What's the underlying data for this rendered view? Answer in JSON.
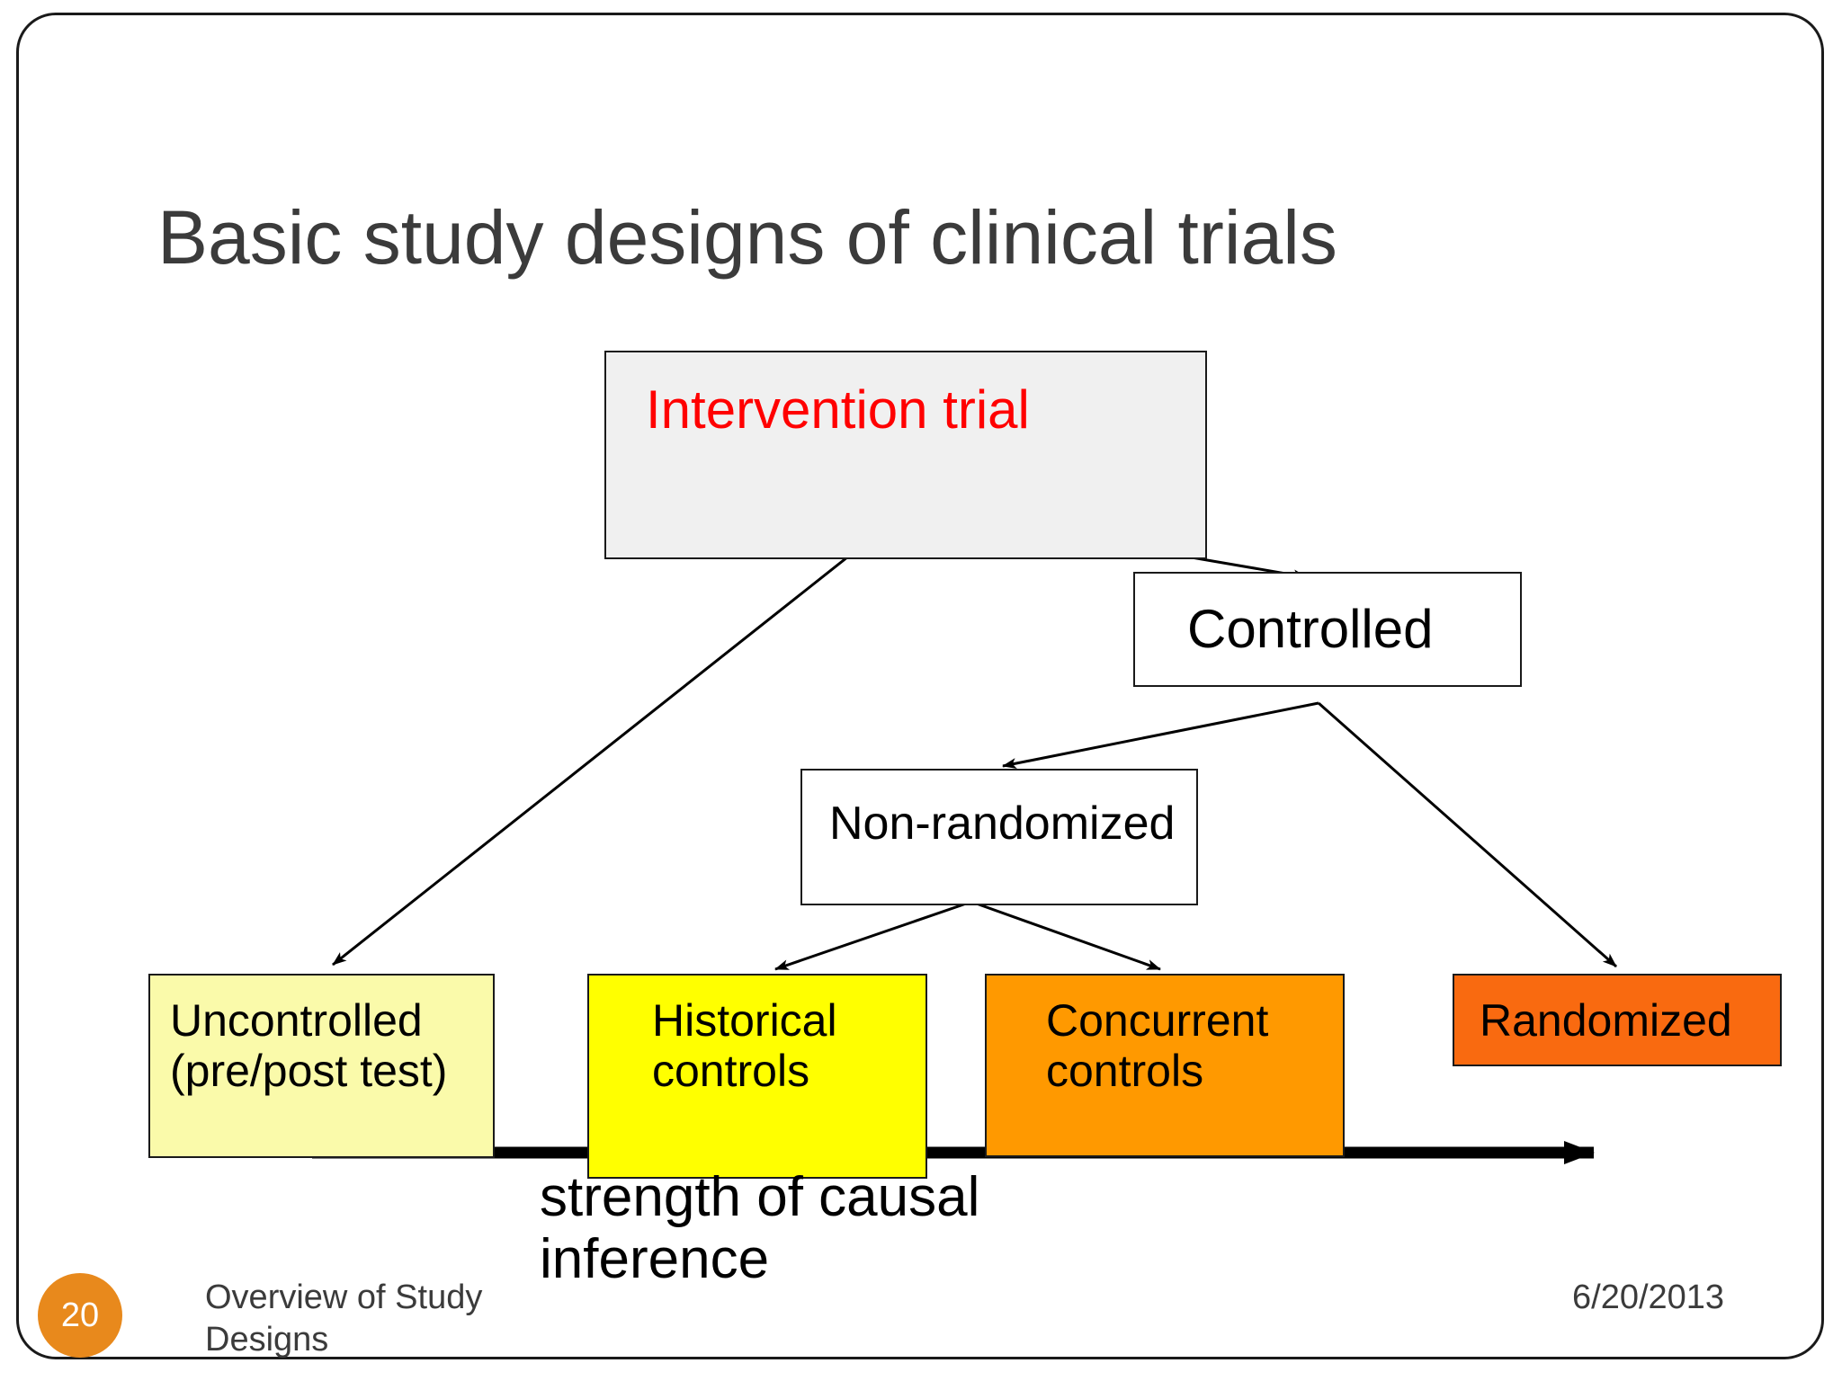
{
  "slide": {
    "title": "Basic study designs of clinical trials",
    "caption": "strength of causal inference",
    "accent_color": "#E8891C",
    "title_color": "#3b3b3b"
  },
  "diagram": {
    "type": "flowchart",
    "nodes": [
      {
        "id": "intervention-trial",
        "label": "Intervention trial",
        "fill": "#F0F0F0",
        "text_color": "#FF0000",
        "border": "#1a1a1a"
      },
      {
        "id": "controlled",
        "label": "Controlled",
        "fill": "#FFFFFF",
        "text_color": "#000000",
        "border": "#1a1a1a"
      },
      {
        "id": "non-randomized",
        "label": "Non-randomized",
        "fill": "#FFFFFF",
        "text_color": "#000000",
        "border": "#1a1a1a"
      },
      {
        "id": "uncontrolled",
        "label": "Uncontrolled (pre/post test)",
        "fill": "#FAFAAA",
        "text_color": "#000000",
        "border": "#1a1a1a"
      },
      {
        "id": "historical-controls",
        "label": "Historical controls",
        "fill": "#FFFF00",
        "text_color": "#000000",
        "border": "#1a1a1a"
      },
      {
        "id": "concurrent-controls",
        "label": "Concurrent controls",
        "fill": "#FF9900",
        "text_color": "#000000",
        "border": "#1a1a1a"
      },
      {
        "id": "randomized",
        "label": "Randomized",
        "fill": "#F96A10",
        "text_color": "#000000",
        "border": "#1a1a1a"
      }
    ],
    "edges": [
      {
        "from": "intervention-trial",
        "to": "controlled"
      },
      {
        "from": "intervention-trial",
        "to": "uncontrolled"
      },
      {
        "from": "controlled",
        "to": "non-randomized"
      },
      {
        "from": "controlled",
        "to": "randomized"
      },
      {
        "from": "non-randomized",
        "to": "historical-controls"
      },
      {
        "from": "non-randomized",
        "to": "concurrent-controls"
      }
    ],
    "axis_arrow": {
      "label": "strength of causal inference",
      "direction": "left-to-right"
    }
  },
  "footer": {
    "slide_number": "20",
    "deck_title": "Overview of Study Designs",
    "date": "6/20/2013"
  }
}
